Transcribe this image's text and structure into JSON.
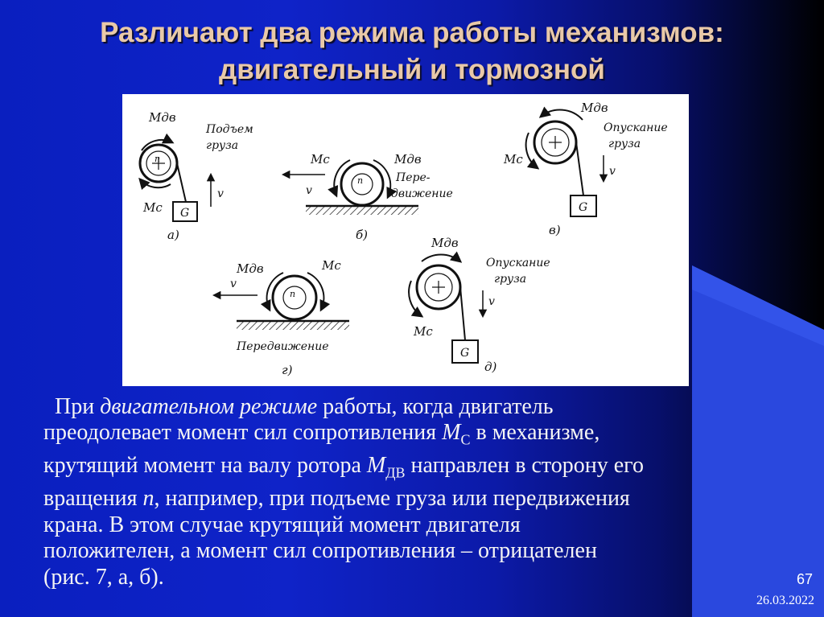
{
  "slide": {
    "title_line1": "Различают два режима работы механизмов:",
    "title_line2": "двигательный и тормозной",
    "number": "67",
    "date": "26.03.2022"
  },
  "figure": {
    "a": {
      "torque_motor": "Mдв",
      "torque_resist": "Mс",
      "caption_line1": "Подъем",
      "caption_line2": "груза",
      "speed": "v",
      "load": "G",
      "n": "n",
      "panel": "а)"
    },
    "b": {
      "torque_motor": "Mдв",
      "torque_resist": "Mс",
      "caption_line1": "Пере-",
      "caption_line2": "движение",
      "speed": "v",
      "n": "n",
      "panel": "б)"
    },
    "v": {
      "torque_motor": "Mдв",
      "torque_resist": "Mс",
      "caption_line1": "Опускание",
      "caption_line2": "груза",
      "speed": "v",
      "load": "G",
      "panel": "в)"
    },
    "g": {
      "torque_motor": "Mдв",
      "torque_resist": "Mс",
      "caption": "Передвижение",
      "speed": "v",
      "n": "n",
      "panel": "г)"
    },
    "d": {
      "torque_motor": "Mдв",
      "torque_resist": "Mс",
      "caption_line1": "Опускание",
      "caption_line2": "груза",
      "speed": "v",
      "load": "G",
      "panel": "д)"
    }
  },
  "body": {
    "p1_pre": "При ",
    "p1_em": "двигательном режиме",
    "p1_post": " работы, когда двигатель",
    "line2_pre": "преодолевает момент сил сопротивления ",
    "line2_sym": "M",
    "line2_sub": "С",
    "line2_post": " в механизме,",
    "line3_pre": "крутящий момент на валу ротора ",
    "line3_sym": "M",
    "line3_sub": "ДВ",
    "line3_post": " направлен в сторону его",
    "line4_pre": "вращения ",
    "line4_sym": "n",
    "line4_post": ", например, при подъеме груза или передвижения",
    "line5": "крана. В этом случае крутящий момент двигателя",
    "line6": "положителен, а момент сил сопротивления – отрицателен",
    "line7": "(рис. 7, а, б)."
  },
  "colors": {
    "title": "#e9c9a8",
    "background": "#0f23c8",
    "accent_shape": "#2d4fe0"
  }
}
